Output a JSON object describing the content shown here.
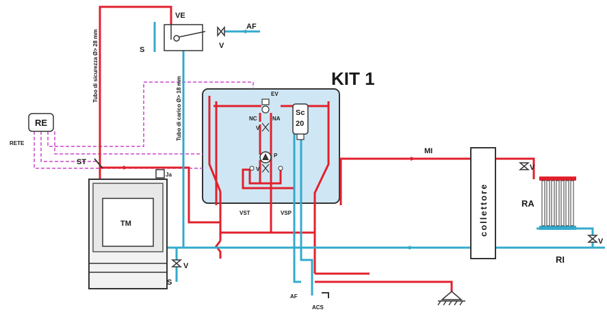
{
  "labels": {
    "kit": "KIT 1",
    "ve": "VE",
    "af_top": "AF",
    "v_top": "V",
    "s_top": "S",
    "tubo_sicurezza": "Tubo di sicurezza Ø> 28 mm",
    "tubo_carico": "Tubo di carico Ø> 18 mm",
    "re": "RE",
    "rete": "RETE",
    "st": "ST",
    "ja": "Ja",
    "tm": "TM",
    "v_boiler": "V",
    "s_boiler": "S",
    "ev": "EV",
    "nc": "NC",
    "na": "NA",
    "v_kit1": "V",
    "p": "P",
    "v_kit2": "V",
    "sc": "Sc",
    "sc_num": "20",
    "vst": "VST",
    "vsp": "VSP",
    "mi": "MI",
    "collettore": "collettore",
    "v_ra_top": "V",
    "ra": "RA",
    "v_ra_bottom": "V",
    "ri": "RI",
    "af_bottom": "AF",
    "acs": "ACS"
  },
  "colors": {
    "hot": "#e2202c",
    "cold": "#33aacc",
    "wire": "#cc44cc",
    "kit_fill": "#cfe7f4",
    "frame": "#333333"
  }
}
